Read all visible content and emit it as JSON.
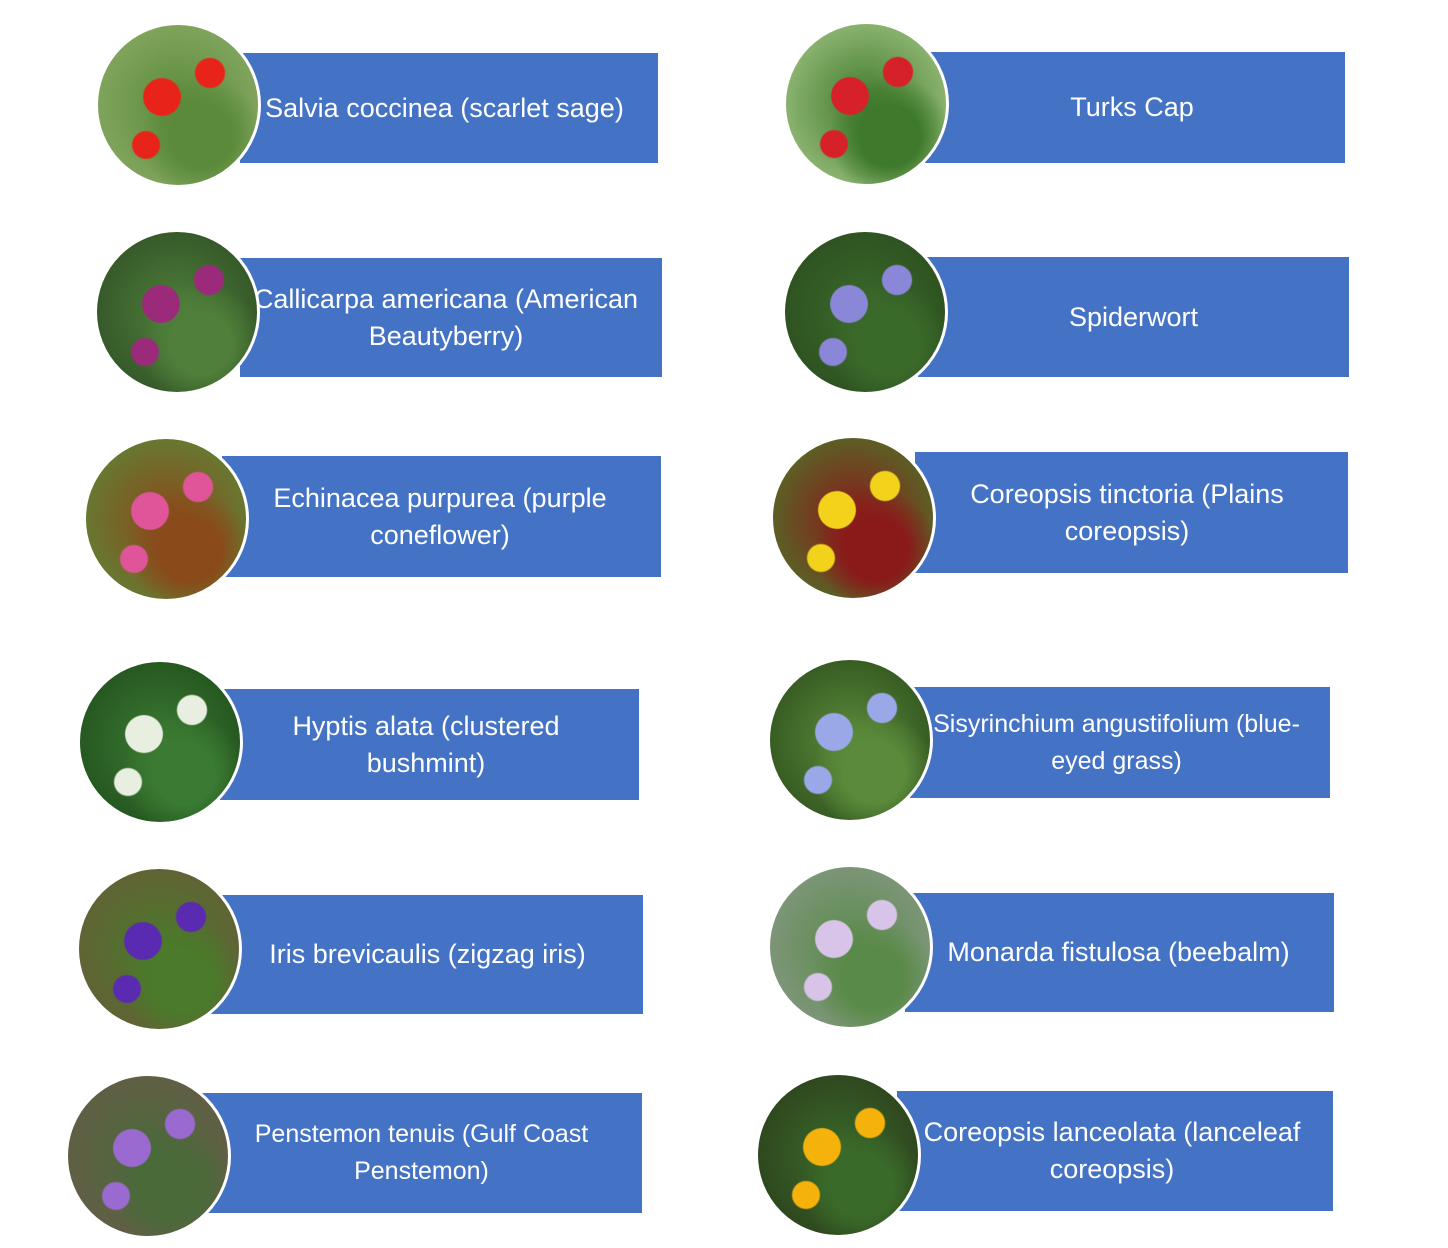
{
  "plants": [
    {
      "label": "Salvia coccinea (scarlet sage)",
      "colors": [
        "#e8241a",
        "#5a8a3a",
        "#8fae6a"
      ]
    },
    {
      "label": "Turks Cap",
      "colors": [
        "#d6202a",
        "#3f7a2c",
        "#a8c98a"
      ]
    },
    {
      "label": "Callicarpa americana (American Beautyberry)",
      "colors": [
        "#9c2a7a",
        "#4f7f3a",
        "#2c4a22"
      ]
    },
    {
      "label": "Spiderwort",
      "colors": [
        "#8a86d8",
        "#3a6a2a",
        "#2a4a1e"
      ]
    },
    {
      "label": "Echinacea purpurea (purple coneflower)",
      "colors": [
        "#e0559a",
        "#8a4a1a",
        "#5a8a3a"
      ]
    },
    {
      "label": "Coreopsis tinctoria (Plains coreopsis)",
      "colors": [
        "#f2d21a",
        "#8a1a1a",
        "#4a7a2a"
      ]
    },
    {
      "label": "Hyptis alata (clustered bushmint)",
      "colors": [
        "#e8efe0",
        "#3a7a32",
        "#1e4a1a"
      ]
    },
    {
      "label": "Sisyrinchium angustifolium (blue-eyed grass)",
      "colors": [
        "#9aa8e8",
        "#5a8a3a",
        "#2a4a1a"
      ]
    },
    {
      "label": "Iris brevicaulis (zigzag iris)",
      "colors": [
        "#5a2ab0",
        "#4a7a2a",
        "#6a5a3a"
      ]
    },
    {
      "label": "Monarda fistulosa (beebalm)",
      "colors": [
        "#d8c4e8",
        "#5a8a4a",
        "#8a9a8a"
      ]
    },
    {
      "label": "Penstemon tenuis (Gulf Coast Penstemon)",
      "colors": [
        "#9a6ad0",
        "#4a6a3a",
        "#6a5a4a"
      ]
    },
    {
      "label": "Coreopsis lanceolata (lanceleaf coreopsis)",
      "colors": [
        "#f5b20a",
        "#3a6a2a",
        "#2a3a1a"
      ]
    }
  ]
}
